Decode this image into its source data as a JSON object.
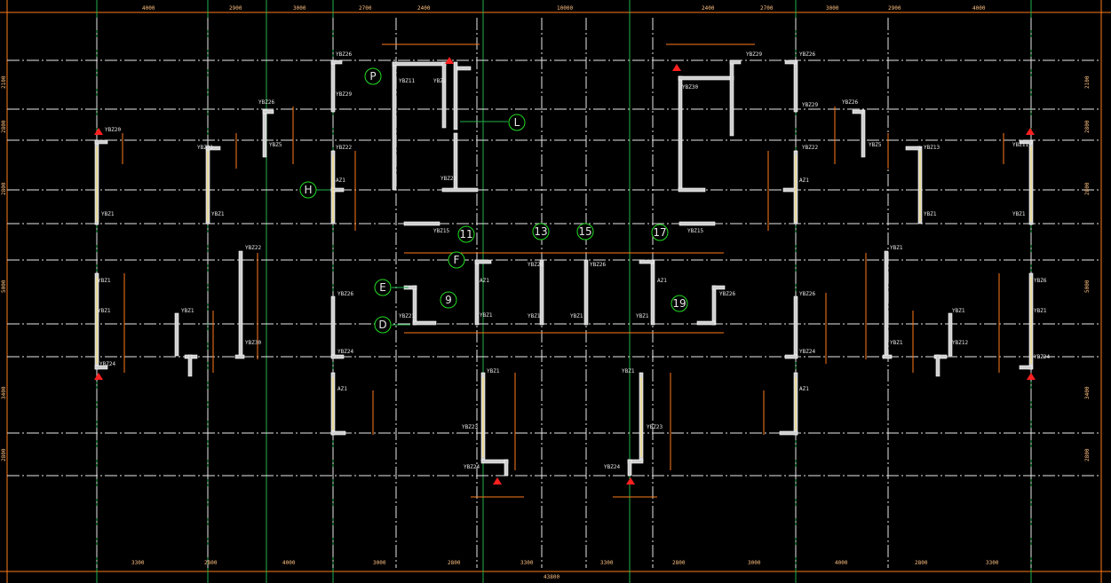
{
  "drawing": {
    "background": "#000000",
    "colors": {
      "grid": "#e8e8e8",
      "green_grid": "#22b14c",
      "dimension": "#ff7a1a",
      "wall": "#cfcfcf",
      "axis_bubble": "#22dd22",
      "marker": "#ff2020"
    },
    "top_dims": [
      "4000",
      "2900",
      "3000",
      "2700",
      "2400",
      "10000",
      "2400",
      "2700",
      "3000",
      "2900",
      "4000"
    ],
    "bottom_dims": [
      "3300",
      "2800",
      "4000",
      "3000",
      "2800",
      "3300",
      "3300",
      "2800",
      "3000",
      "4000",
      "2800",
      "3300"
    ],
    "bottom_total": "43800",
    "left_dims": [
      "2100",
      "2800",
      "2800",
      "5000",
      "3400",
      "2800"
    ],
    "right_dims": [
      "2100",
      "2800",
      "2800",
      "5000",
      "3400",
      "2800"
    ],
    "axis_labels": [
      {
        "id": "P",
        "text": "P"
      },
      {
        "id": "L",
        "text": "L"
      },
      {
        "id": "H",
        "text": "H"
      },
      {
        "id": "11",
        "text": "11"
      },
      {
        "id": "F",
        "text": "F"
      },
      {
        "id": "13",
        "text": "13"
      },
      {
        "id": "15",
        "text": "15"
      },
      {
        "id": "17",
        "text": "17"
      },
      {
        "id": "E",
        "text": "E"
      },
      {
        "id": "9",
        "text": "9"
      },
      {
        "id": "19",
        "text": "19"
      },
      {
        "id": "D",
        "text": "D"
      }
    ],
    "member_labels": [
      "YBZ1",
      "YBZ2",
      "YBZ5",
      "YBZ6",
      "YBZ7",
      "YBZ9",
      "YBZ11",
      "YBZ12",
      "YBZ13",
      "YBZ15",
      "YBZ20",
      "YBZ21",
      "YBZ22",
      "YBZ23",
      "YBZ24",
      "YBZ26",
      "YBZ29",
      "YBZ30",
      "AZ1"
    ]
  }
}
